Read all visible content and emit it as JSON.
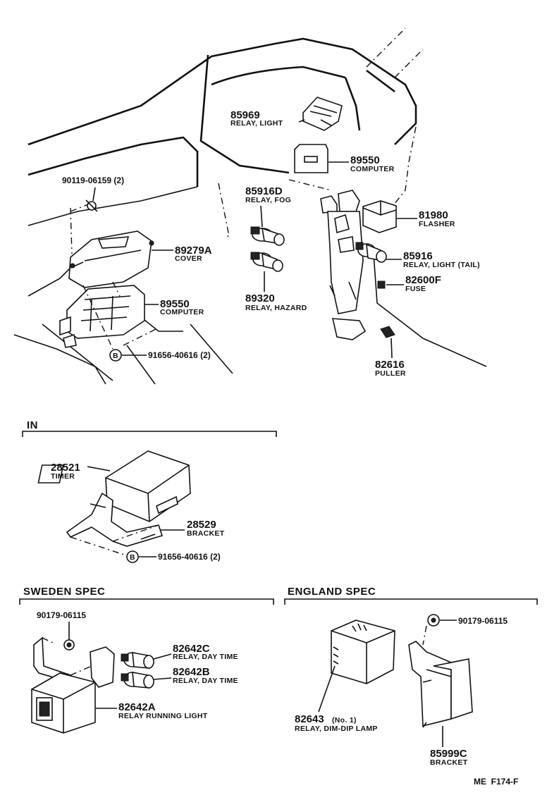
{
  "main_diagram": {
    "parts": [
      {
        "number": "85969",
        "name": "RELAY, LIGHT"
      },
      {
        "number": "89550",
        "name": "COMPUTER"
      },
      {
        "number": "90119-06159 (2)",
        "name": ""
      },
      {
        "number": "85916D",
        "name": "RELAY, FOG"
      },
      {
        "number": "81980",
        "name": "FLASHER"
      },
      {
        "number": "89279A",
        "name": "COVER"
      },
      {
        "number": "85916",
        "name": "RELAY, LIGHT (TAIL)"
      },
      {
        "number": "82600F",
        "name": "FUSE"
      },
      {
        "number": "89320",
        "name": "RELAY, HAZARD"
      },
      {
        "number": "89550",
        "name": "COMPUTER"
      },
      {
        "number": "91656-40616 (2)",
        "name": ""
      },
      {
        "number": "82616",
        "name": "PULLER"
      }
    ],
    "ref_marker": "B"
  },
  "in_section": {
    "title": "IN",
    "parts": [
      {
        "number": "28521",
        "name": "TIMER"
      },
      {
        "number": "28529",
        "name": "BRACKET"
      },
      {
        "number": "91656-40616 (2)",
        "name": ""
      }
    ],
    "ref_marker": "B"
  },
  "sweden_section": {
    "title": "SWEDEN SPEC",
    "parts": [
      {
        "number": "90179-06115",
        "name": ""
      },
      {
        "number": "82642C",
        "name": "RELAY, DAY TIME"
      },
      {
        "number": "82642B",
        "name": "RELAY, DAY TIME"
      },
      {
        "number": "82642A",
        "name": "RELAY RUNNING LIGHT"
      }
    ]
  },
  "england_section": {
    "title": "ENGLAND SPEC",
    "parts": [
      {
        "number": "90179-06115",
        "name": ""
      },
      {
        "number": "82643",
        "suffix": "(No. 1)",
        "name": "RELAY, DIM-DIP LAMP"
      },
      {
        "number": "85999C",
        "name": "BRACKET"
      }
    ]
  },
  "footer": {
    "code": "ME  F174-F"
  }
}
